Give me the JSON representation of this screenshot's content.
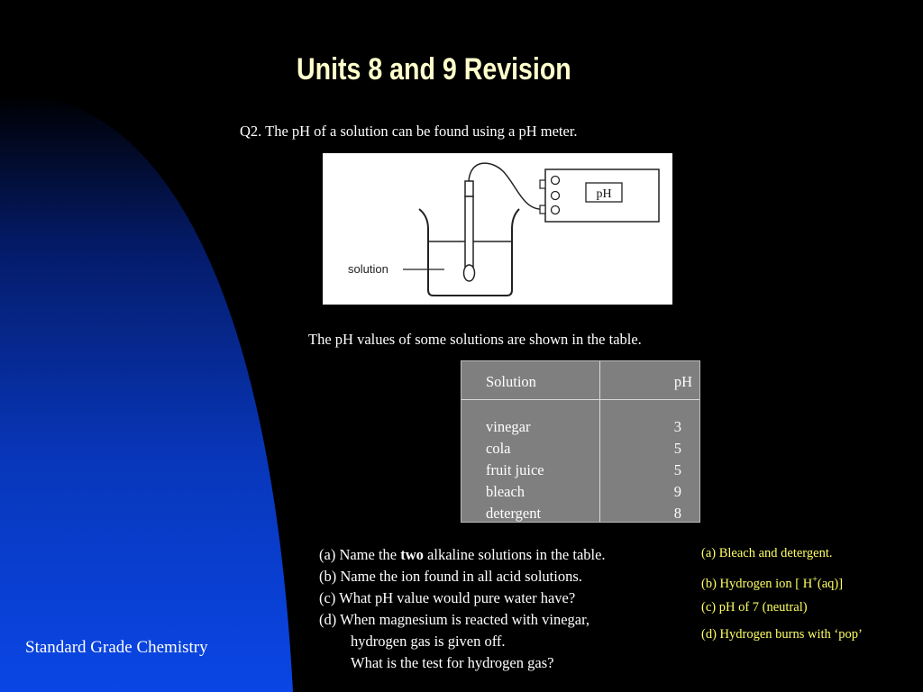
{
  "slide": {
    "title": "Units 8 and 9 Revision",
    "footer": "Standard Grade Chemistry"
  },
  "question": {
    "intro": "Q2. The pH of a solution can be found using a pH meter.",
    "diagram": {
      "solution_label": "solution",
      "meter_label": "pH"
    },
    "table_intro": "The pH values of some solutions are shown in the table."
  },
  "table": {
    "headers": {
      "solution": "Solution",
      "ph": "pH"
    },
    "rows": [
      {
        "solution": "vinegar",
        "ph": "3"
      },
      {
        "solution": "cola",
        "ph": "5"
      },
      {
        "solution": "fruit juice",
        "ph": "5"
      },
      {
        "solution": "bleach",
        "ph": "9"
      },
      {
        "solution": "detergent",
        "ph": "8"
      }
    ]
  },
  "parts": {
    "a": {
      "prefix": "(a)  Name the ",
      "bold": "two",
      "suffix": " alkaline solutions in the table."
    },
    "b": "(b)  Name the ion found in all acid solutions.",
    "c": "(c)  What pH value would pure water have?",
    "d1": "(d)  When magnesium is reacted with vinegar,",
    "d2": "hydrogen gas is given off.",
    "d3": "What is the test for hydrogen gas?"
  },
  "answers": {
    "a": "(a)  Bleach and detergent.",
    "b_prefix": "(b) Hydrogen ion [ H",
    "b_sup": "+",
    "b_suffix": "(aq)]",
    "c": "(c) pH of 7 (neutral)",
    "d": "(d) Hydrogen burns with ‘pop’"
  },
  "colors": {
    "background": "#000000",
    "swoosh": "#0a3fd6",
    "title": "#ffffcc",
    "answers": "#ffff66",
    "table_fill": "#7f7f7f"
  }
}
